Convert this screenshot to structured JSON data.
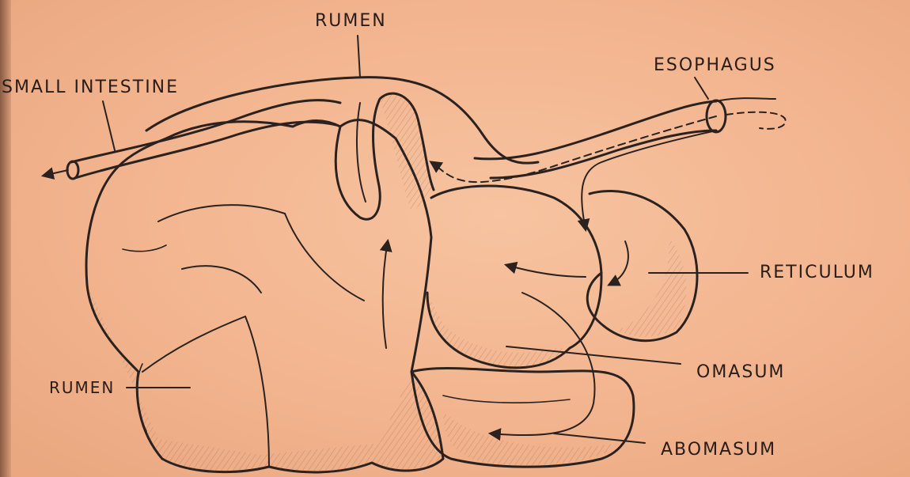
{
  "labels": {
    "rumen_top": "RUMEN",
    "small_intestine": "SMALL INTESTINE",
    "esophagus": "ESOPHAGUS",
    "reticulum": "RETICULUM",
    "omasum": "OMASUM",
    "abomasum": "ABOMASUM",
    "rumen_left": "RUMEN"
  },
  "colors": {
    "paper": "#f2b48e",
    "ink": "#2b2220",
    "shade": "#c98f72"
  }
}
